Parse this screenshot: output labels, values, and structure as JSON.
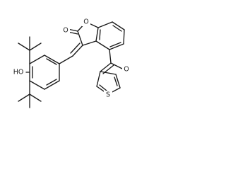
{
  "diagram": {
    "type": "chemical-structure",
    "atom_labels": {
      "ring_oxygen": "O",
      "lactone_carbonyl_oxygen": "O",
      "ketone_oxygen": "O",
      "hydroxyl": "HO",
      "thiophene_sulfur": "S"
    },
    "colors": {
      "bond": "#1a1a1a",
      "label": "#1a1a1a",
      "background": "#ffffff"
    }
  }
}
